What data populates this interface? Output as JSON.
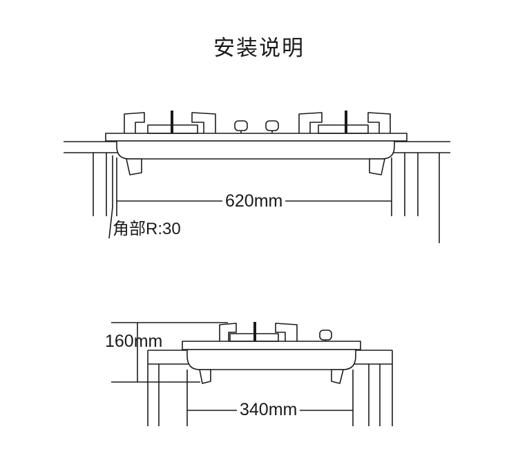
{
  "title": "安装说明",
  "labels": {
    "width": "620mm",
    "corner": "角部R:30",
    "height": "160mm",
    "depth": "340mm"
  },
  "colors": {
    "line": "#1a1a1a",
    "background": "#ffffff"
  }
}
